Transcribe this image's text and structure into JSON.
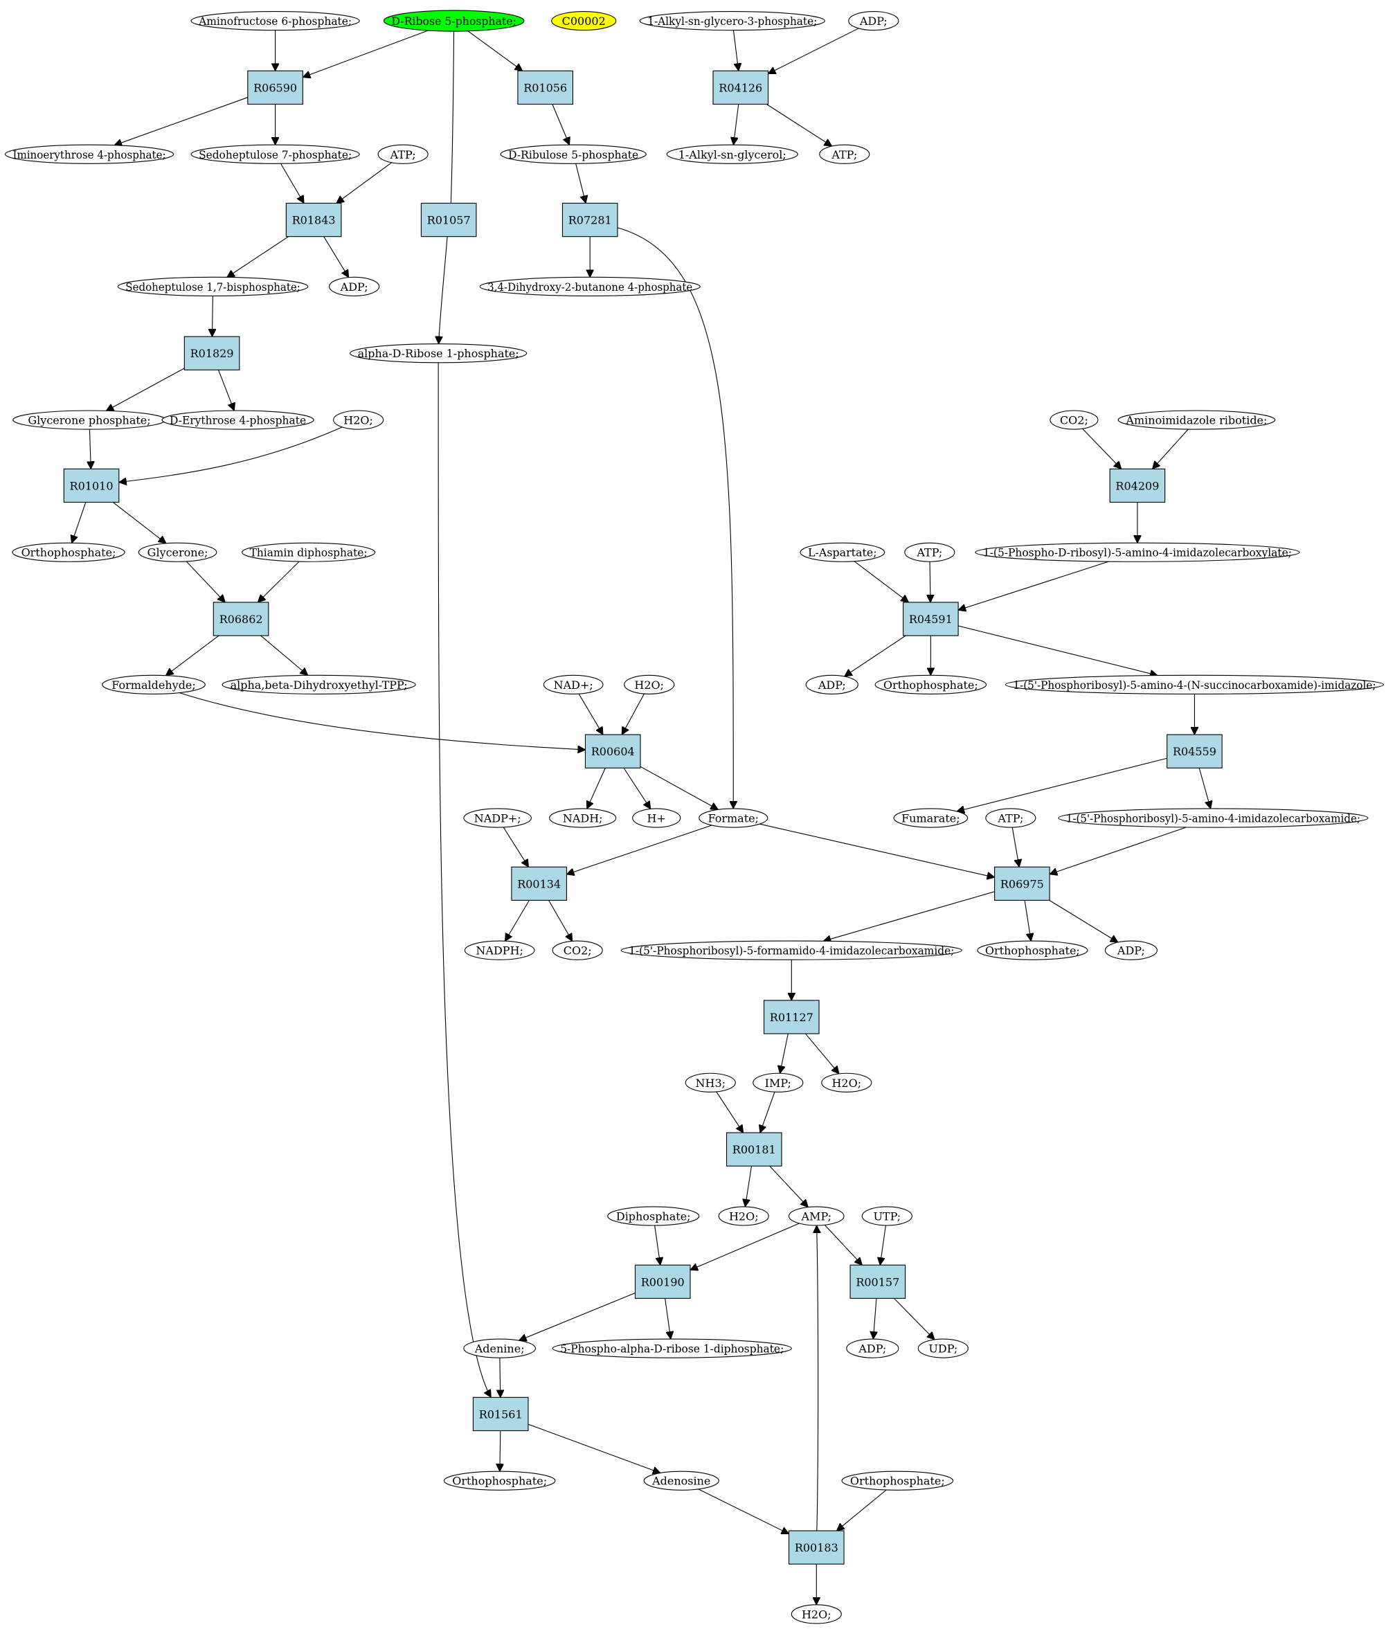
{
  "graph": {
    "colors": {
      "reaction_fill": "#add8e6",
      "compound_fill": "#ffffff",
      "source_fill": "#00ff00",
      "highlight_fill": "#ffff00",
      "stroke": "#000000"
    },
    "nodes": [
      {
        "id": "c_amf6p",
        "label": "Aminofructose 6-phosphate;",
        "kind": "compound"
      },
      {
        "id": "c_dr5p",
        "label": "D-Ribose 5-phosphate;",
        "kind": "source"
      },
      {
        "id": "c_c00002",
        "label": "C00002",
        "kind": "highlight"
      },
      {
        "id": "c_alkylg3p",
        "label": "1-Alkyl-sn-glycero-3-phosphate;",
        "kind": "compound"
      },
      {
        "id": "c_adp_top",
        "label": "ADP;",
        "kind": "compound"
      },
      {
        "id": "r_R06590",
        "label": "R06590",
        "kind": "reaction"
      },
      {
        "id": "r_R01056",
        "label": "R01056",
        "kind": "reaction"
      },
      {
        "id": "r_R04126",
        "label": "R04126",
        "kind": "reaction"
      },
      {
        "id": "c_imino",
        "label": "Iminoerythrose 4-phosphate;",
        "kind": "compound"
      },
      {
        "id": "c_sed7p",
        "label": "Sedoheptulose 7-phosphate;",
        "kind": "compound"
      },
      {
        "id": "c_atp_1",
        "label": "ATP;",
        "kind": "compound"
      },
      {
        "id": "c_dribu5p",
        "label": "D-Ribulose 5-phosphate",
        "kind": "compound"
      },
      {
        "id": "c_alkylg",
        "label": "1-Alkyl-sn-glycerol;",
        "kind": "compound"
      },
      {
        "id": "c_atp_2",
        "label": "ATP;",
        "kind": "compound"
      },
      {
        "id": "r_R01843",
        "label": "R01843",
        "kind": "reaction"
      },
      {
        "id": "r_R01057",
        "label": "R01057",
        "kind": "reaction"
      },
      {
        "id": "r_R07281",
        "label": "R07281",
        "kind": "reaction"
      },
      {
        "id": "c_sed17bp",
        "label": "Sedoheptulose 1,7-bisphosphate;",
        "kind": "compound"
      },
      {
        "id": "c_adp_1",
        "label": "ADP;",
        "kind": "compound"
      },
      {
        "id": "c_dhb4p",
        "label": "3,4-Dihydroxy-2-butanone 4-phosphate",
        "kind": "compound"
      },
      {
        "id": "r_R01829",
        "label": "R01829",
        "kind": "reaction"
      },
      {
        "id": "c_adr1p",
        "label": "alpha-D-Ribose 1-phosphate;",
        "kind": "compound"
      },
      {
        "id": "c_glyp",
        "label": "Glycerone phosphate;",
        "kind": "compound"
      },
      {
        "id": "c_der4p",
        "label": "D-Erythrose 4-phosphate",
        "kind": "compound"
      },
      {
        "id": "c_h2o_1",
        "label": "H2O;",
        "kind": "compound"
      },
      {
        "id": "c_co2_1",
        "label": "CO2;",
        "kind": "compound"
      },
      {
        "id": "c_air",
        "label": "Aminoimidazole ribotide;",
        "kind": "compound"
      },
      {
        "id": "r_R01010",
        "label": "R01010",
        "kind": "reaction"
      },
      {
        "id": "r_R04209",
        "label": "R04209",
        "kind": "reaction"
      },
      {
        "id": "c_ortho_1",
        "label": "Orthophosphate;",
        "kind": "compound"
      },
      {
        "id": "c_glycerone",
        "label": "Glycerone;",
        "kind": "compound"
      },
      {
        "id": "c_thdp",
        "label": "Thiamin diphosphate;",
        "kind": "compound"
      },
      {
        "id": "c_laspartate",
        "label": "L-Aspartate;",
        "kind": "compound"
      },
      {
        "id": "c_atp_3",
        "label": "ATP;",
        "kind": "compound"
      },
      {
        "id": "c_cair",
        "label": "1-(5-Phospho-D-ribosyl)-5-amino-4-imidazolecarboxylate;",
        "kind": "compound"
      },
      {
        "id": "r_R06862",
        "label": "R06862",
        "kind": "reaction"
      },
      {
        "id": "r_R04591",
        "label": "R04591",
        "kind": "reaction"
      },
      {
        "id": "c_formald",
        "label": "Formaldehyde;",
        "kind": "compound"
      },
      {
        "id": "c_abdtpp",
        "label": "alpha,beta-Dihydroxyethyl-TPP;",
        "kind": "compound"
      },
      {
        "id": "c_nadp_plus_r",
        "label": "NAD+;",
        "kind": "compound"
      },
      {
        "id": "c_h2o_2",
        "label": "H2O;",
        "kind": "compound"
      },
      {
        "id": "c_adp_2",
        "label": "ADP;",
        "kind": "compound"
      },
      {
        "id": "c_ortho_2",
        "label": "Orthophosphate;",
        "kind": "compound"
      },
      {
        "id": "c_saicar",
        "label": "1-(5'-Phosphoribosyl)-5-amino-4-(N-succinocarboxamide)-imidazole;",
        "kind": "compound"
      },
      {
        "id": "r_R00604",
        "label": "R00604",
        "kind": "reaction"
      },
      {
        "id": "r_R04559",
        "label": "R04559",
        "kind": "reaction"
      },
      {
        "id": "c_nadp_plus",
        "label": "NADP+;",
        "kind": "compound"
      },
      {
        "id": "c_nadh",
        "label": "NADH;",
        "kind": "compound"
      },
      {
        "id": "c_hplus",
        "label": "H+",
        "kind": "compound"
      },
      {
        "id": "c_formate",
        "label": "Formate;",
        "kind": "compound"
      },
      {
        "id": "c_fumarate",
        "label": "Fumarate;",
        "kind": "compound"
      },
      {
        "id": "c_atp_4",
        "label": "ATP;",
        "kind": "compound"
      },
      {
        "id": "c_aicar",
        "label": "1-(5'-Phosphoribosyl)-5-amino-4-imidazolecarboxamide;",
        "kind": "compound"
      },
      {
        "id": "r_R00134",
        "label": "R00134",
        "kind": "reaction"
      },
      {
        "id": "r_R06975",
        "label": "R06975",
        "kind": "reaction"
      },
      {
        "id": "c_nadph",
        "label": "NADPH;",
        "kind": "compound"
      },
      {
        "id": "c_co2_2",
        "label": "CO2;",
        "kind": "compound"
      },
      {
        "id": "c_faicar",
        "label": "1-(5'-Phosphoribosyl)-5-formamido-4-imidazolecarboxamide;",
        "kind": "compound"
      },
      {
        "id": "c_ortho_3",
        "label": "Orthophosphate;",
        "kind": "compound"
      },
      {
        "id": "c_adp_3",
        "label": "ADP;",
        "kind": "compound"
      },
      {
        "id": "r_R01127",
        "label": "R01127",
        "kind": "reaction"
      },
      {
        "id": "c_nh3",
        "label": "NH3;",
        "kind": "compound"
      },
      {
        "id": "c_imp",
        "label": "IMP;",
        "kind": "compound"
      },
      {
        "id": "c_h2o_3",
        "label": "H2O;",
        "kind": "compound"
      },
      {
        "id": "r_R00181",
        "label": "R00181",
        "kind": "reaction"
      },
      {
        "id": "c_diphos",
        "label": "Diphosphate;",
        "kind": "compound"
      },
      {
        "id": "c_h2o_4",
        "label": "H2O;",
        "kind": "compound"
      },
      {
        "id": "c_amp",
        "label": "AMP;",
        "kind": "compound"
      },
      {
        "id": "c_utp",
        "label": "UTP;",
        "kind": "compound"
      },
      {
        "id": "r_R00190",
        "label": "R00190",
        "kind": "reaction"
      },
      {
        "id": "r_R00157",
        "label": "R00157",
        "kind": "reaction"
      },
      {
        "id": "c_adenine",
        "label": "Adenine;",
        "kind": "compound"
      },
      {
        "id": "c_prpp",
        "label": "5-Phospho-alpha-D-ribose 1-diphosphate;",
        "kind": "compound"
      },
      {
        "id": "c_adp_4",
        "label": "ADP;",
        "kind": "compound"
      },
      {
        "id": "c_udp",
        "label": "UDP;",
        "kind": "compound"
      },
      {
        "id": "r_R01561",
        "label": "R01561",
        "kind": "reaction"
      },
      {
        "id": "c_ortho_4",
        "label": "Orthophosphate;",
        "kind": "compound"
      },
      {
        "id": "c_adenosine",
        "label": "Adenosine",
        "kind": "compound"
      },
      {
        "id": "c_ortho_5",
        "label": "Orthophosphate;",
        "kind": "compound"
      },
      {
        "id": "r_R00183",
        "label": "R00183",
        "kind": "reaction"
      },
      {
        "id": "c_h2o_5",
        "label": "H2O;",
        "kind": "compound"
      }
    ],
    "edges": [
      [
        "c_amf6p",
        "r_R06590"
      ],
      [
        "c_dr5p",
        "r_R06590"
      ],
      [
        "c_dr5p",
        "r_R01056"
      ],
      [
        "c_dr5p",
        "r_R01057"
      ],
      [
        "c_alkylg3p",
        "r_R04126"
      ],
      [
        "c_adp_top",
        "r_R04126"
      ],
      [
        "r_R06590",
        "c_imino"
      ],
      [
        "r_R06590",
        "c_sed7p"
      ],
      [
        "r_R01056",
        "c_dribu5p"
      ],
      [
        "r_R04126",
        "c_alkylg"
      ],
      [
        "r_R04126",
        "c_atp_2"
      ],
      [
        "c_sed7p",
        "r_R01843"
      ],
      [
        "c_atp_1",
        "r_R01843"
      ],
      [
        "c_dribu5p",
        "r_R07281"
      ],
      [
        "r_R01843",
        "c_sed17bp"
      ],
      [
        "r_R01843",
        "c_adp_1"
      ],
      [
        "r_R07281",
        "c_dhb4p"
      ],
      [
        "r_R07281",
        "c_formate"
      ],
      [
        "r_R01057",
        "c_adr1p"
      ],
      [
        "c_sed17bp",
        "r_R01829"
      ],
      [
        "r_R01829",
        "c_glyp"
      ],
      [
        "r_R01829",
        "c_der4p"
      ],
      [
        "c_glyp",
        "r_R01010"
      ],
      [
        "c_h2o_1",
        "r_R01010"
      ],
      [
        "r_R01010",
        "c_ortho_1"
      ],
      [
        "r_R01010",
        "c_glycerone"
      ],
      [
        "c_glycerone",
        "r_R06862"
      ],
      [
        "c_thdp",
        "r_R06862"
      ],
      [
        "r_R06862",
        "c_formald"
      ],
      [
        "r_R06862",
        "c_abdtpp"
      ],
      [
        "c_co2_1",
        "r_R04209"
      ],
      [
        "c_air",
        "r_R04209"
      ],
      [
        "r_R04209",
        "c_cair"
      ],
      [
        "c_laspartate",
        "r_R04591"
      ],
      [
        "c_atp_3",
        "r_R04591"
      ],
      [
        "c_cair",
        "r_R04591"
      ],
      [
        "r_R04591",
        "c_adp_2"
      ],
      [
        "r_R04591",
        "c_ortho_2"
      ],
      [
        "r_R04591",
        "c_saicar"
      ],
      [
        "c_formald",
        "r_R00604"
      ],
      [
        "c_nadp_plus_r",
        "r_R00604"
      ],
      [
        "c_h2o_2",
        "r_R00604"
      ],
      [
        "r_R00604",
        "c_nadh"
      ],
      [
        "r_R00604",
        "c_hplus"
      ],
      [
        "r_R00604",
        "c_formate"
      ],
      [
        "c_saicar",
        "r_R04559"
      ],
      [
        "r_R04559",
        "c_fumarate"
      ],
      [
        "r_R04559",
        "c_aicar"
      ],
      [
        "c_nadp_plus",
        "r_R00134"
      ],
      [
        "c_formate",
        "r_R00134"
      ],
      [
        "r_R00134",
        "c_nadph"
      ],
      [
        "r_R00134",
        "c_co2_2"
      ],
      [
        "c_formate",
        "r_R06975"
      ],
      [
        "c_atp_4",
        "r_R06975"
      ],
      [
        "c_aicar",
        "r_R06975"
      ],
      [
        "r_R06975",
        "c_faicar"
      ],
      [
        "r_R06975",
        "c_ortho_3"
      ],
      [
        "r_R06975",
        "c_adp_3"
      ],
      [
        "c_faicar",
        "r_R01127"
      ],
      [
        "r_R01127",
        "c_imp"
      ],
      [
        "r_R01127",
        "c_h2o_3"
      ],
      [
        "c_nh3",
        "r_R00181"
      ],
      [
        "c_imp",
        "r_R00181"
      ],
      [
        "r_R00181",
        "c_h2o_4"
      ],
      [
        "r_R00181",
        "c_amp"
      ],
      [
        "c_diphos",
        "r_R00190"
      ],
      [
        "c_amp",
        "r_R00190"
      ],
      [
        "c_amp",
        "r_R00157"
      ],
      [
        "c_utp",
        "r_R00157"
      ],
      [
        "r_R00190",
        "c_adenine"
      ],
      [
        "r_R00190",
        "c_prpp"
      ],
      [
        "r_R00157",
        "c_adp_4"
      ],
      [
        "r_R00157",
        "c_udp"
      ],
      [
        "c_adenine",
        "r_R01561"
      ],
      [
        "c_adr1p",
        "r_R01561"
      ],
      [
        "r_R01561",
        "c_ortho_4"
      ],
      [
        "r_R01561",
        "c_adenosine"
      ],
      [
        "c_adenosine",
        "r_R00183"
      ],
      [
        "c_ortho_5",
        "r_R00183"
      ],
      [
        "r_R00183",
        "c_amp"
      ],
      [
        "r_R00183",
        "c_h2o_5"
      ]
    ]
  }
}
